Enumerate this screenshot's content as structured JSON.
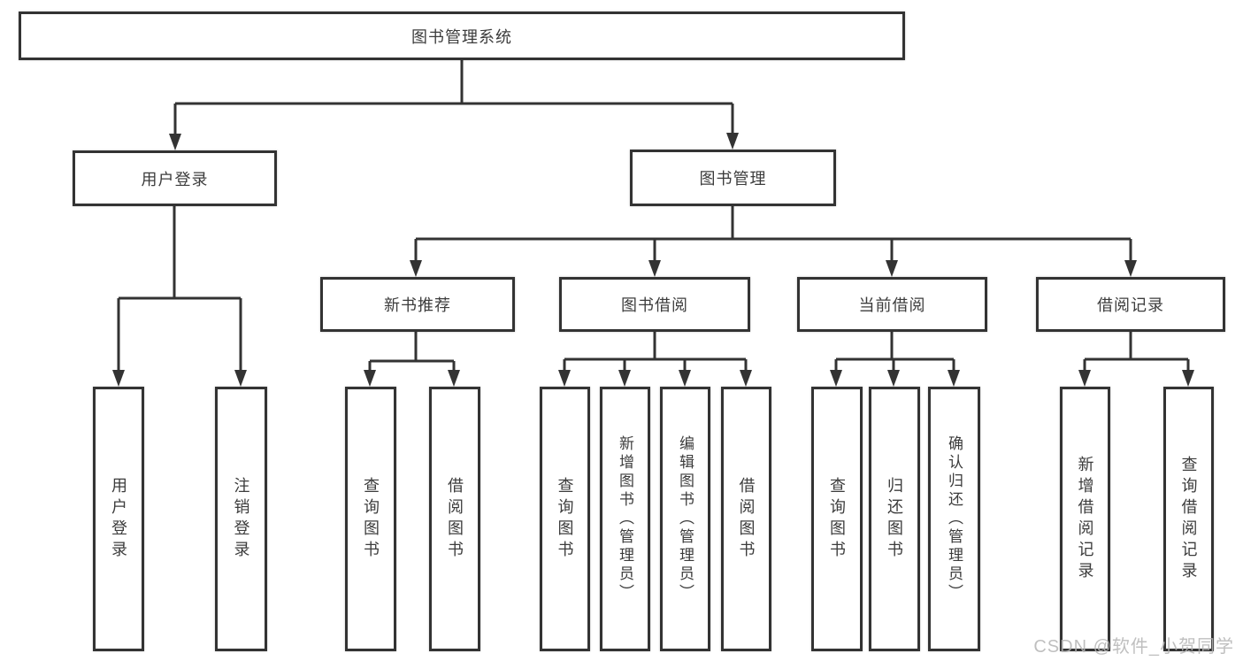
{
  "diagram": {
    "root": {
      "label": "图书管理系统"
    },
    "level2": [
      {
        "label": "用户登录"
      },
      {
        "label": "图书管理"
      }
    ],
    "level3": [
      {
        "label": "新书推荐"
      },
      {
        "label": "图书借阅"
      },
      {
        "label": "当前借阅"
      },
      {
        "label": "借阅记录"
      }
    ],
    "leaves": [
      {
        "label": "用户登录"
      },
      {
        "label": "注销登录"
      },
      {
        "label": "查询图书"
      },
      {
        "label": "借阅图书"
      },
      {
        "label": "查询图书"
      },
      {
        "label": "新增图书（管理员）"
      },
      {
        "label": "编辑图书（管理员）"
      },
      {
        "label": "借阅图书"
      },
      {
        "label": "查询图书"
      },
      {
        "label": "归还图书"
      },
      {
        "label": "确认归还（管理员）"
      },
      {
        "label": "新增借阅记录"
      },
      {
        "label": "查询借阅记录"
      }
    ]
  },
  "watermark": {
    "text": "CSDN @软件_小贺同学"
  },
  "colors": {
    "line": "#333333",
    "text": "#3c3c3c",
    "watermark": "#b5b5b5"
  }
}
